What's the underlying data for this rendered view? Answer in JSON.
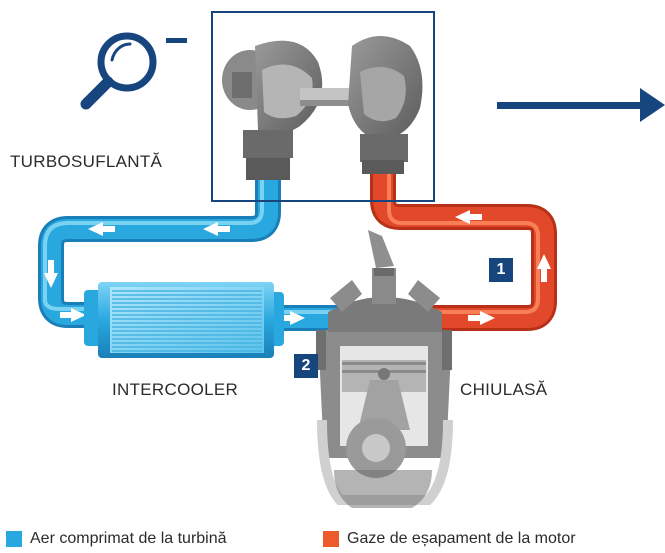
{
  "labels": {
    "turbo": "TURBOSUFLANTĂ",
    "intercooler": "INTERCOOLER",
    "head": "CHIULASĂ"
  },
  "badges": {
    "one": "1",
    "two": "2"
  },
  "legend": [
    {
      "label": "Aer comprimat de la turbină",
      "color": "#29a8df"
    },
    {
      "label": "Gaze de eșapament de la motor",
      "color": "#ee5a2c"
    }
  ],
  "icons": {
    "zoom": "magnifier-minus-icon",
    "next": "arrow-right-icon"
  },
  "colors": {
    "frame": "#17467f",
    "cold": "#29a8df",
    "hot": "#e2482a",
    "metal": "#777777"
  }
}
